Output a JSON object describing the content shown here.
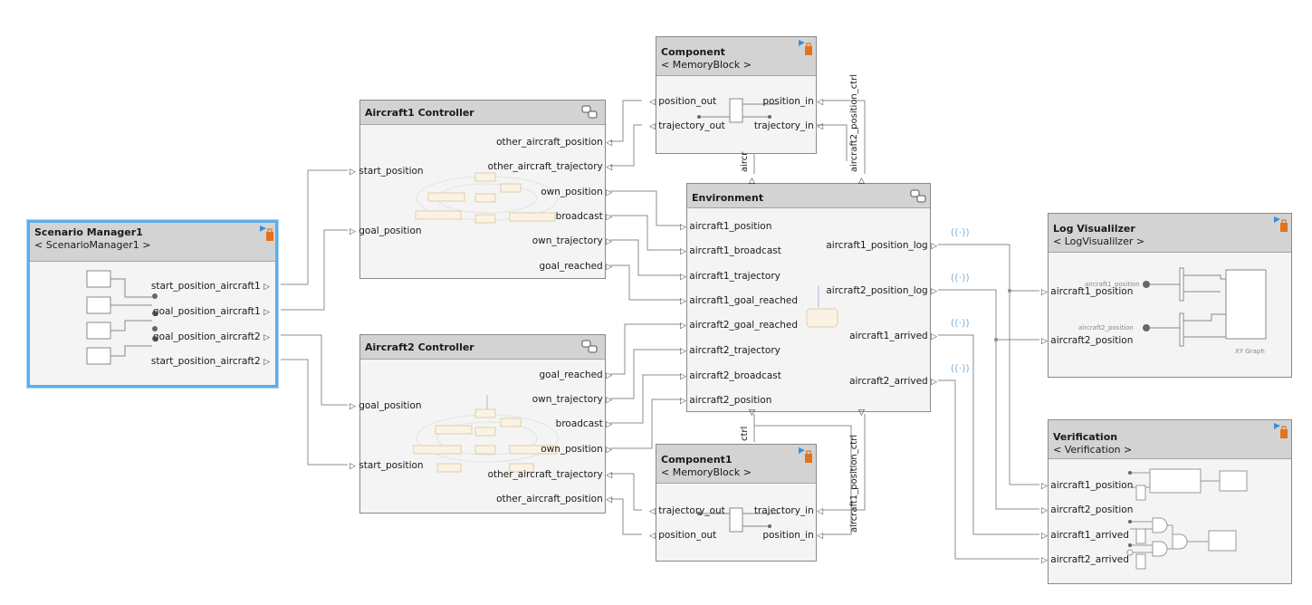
{
  "scenario": {
    "title": "Scenario Manager1",
    "subtitle": "< ScenarioManager1 >",
    "ports": [
      "start_position_aircraft1",
      "goal_position_aircraft1",
      "goal_position_aircraft2",
      "start_position_aircraft2"
    ]
  },
  "ac1": {
    "title": "Aircraft1 Controller",
    "in_ports": [
      "start_position",
      "goal_position"
    ],
    "out_ports": [
      "other_aircraft_position",
      "other_aircraft_trajectory",
      "own_position",
      "broadcast",
      "own_trajectory",
      "goal_reached"
    ]
  },
  "ac2": {
    "title": "Aircraft2 Controller",
    "in_ports": [
      "goal_position",
      "start_position"
    ],
    "out_ports": [
      "goal_reached",
      "own_trajectory",
      "broadcast",
      "own_position",
      "other_aircraft_trajectory",
      "other_aircraft_position"
    ]
  },
  "comp": {
    "title": "Component",
    "subtitle": "< MemoryBlock >",
    "left_ports": [
      "position_out",
      "trajectory_out"
    ],
    "right_ports": [
      "position_in",
      "trajectory_in"
    ]
  },
  "comp1": {
    "title": "Component1",
    "subtitle": "< MemoryBlock >",
    "left_ports": [
      "trajectory_out",
      "position_out"
    ],
    "right_ports": [
      "trajectory_in",
      "position_in"
    ]
  },
  "env": {
    "title": "Environment",
    "in_ports": [
      "aircraft1_position",
      "aircraft1_broadcast",
      "aircraft1_trajectory",
      "aircraft1_goal_reached",
      "aircraft2_goal_reached",
      "aircraft2_trajectory",
      "aircraft2_broadcast",
      "aircraft2_position"
    ],
    "out_ports": [
      "aircraft1_position_log",
      "aircraft2_position_log",
      "aircraft1_arrived",
      "aircraft2_arrived"
    ]
  },
  "logvis": {
    "title": "Log Visualilzer",
    "subtitle": "< LogVisualilzer >",
    "ports": [
      "aircraft1_position",
      "aircraft2_position"
    ],
    "inner_labels": [
      "aircraft1_position",
      "aircraft2_position"
    ],
    "graph_label": "XY Graph"
  },
  "verif": {
    "title": "Verification",
    "subtitle": "< Verification >",
    "ports": [
      "aircraft1_position",
      "aircraft2_position",
      "aircraft1_arrived",
      "aircraft2_arrived"
    ]
  },
  "wire_labels": {
    "top_ctrl": "aircraft2_position_ctrl",
    "top_short": "aircr",
    "bottom_short": "ctrl",
    "bottom_ctrl": "aircraft1_position_ctrl"
  },
  "colors": {
    "selection": "#5aaee6",
    "header": "#d3d3d3",
    "block_bg": "#f4f4f4",
    "wifi": "#7fb2de",
    "badge_blue": "#3a8fd8",
    "badge_orange": "#e2731e"
  }
}
